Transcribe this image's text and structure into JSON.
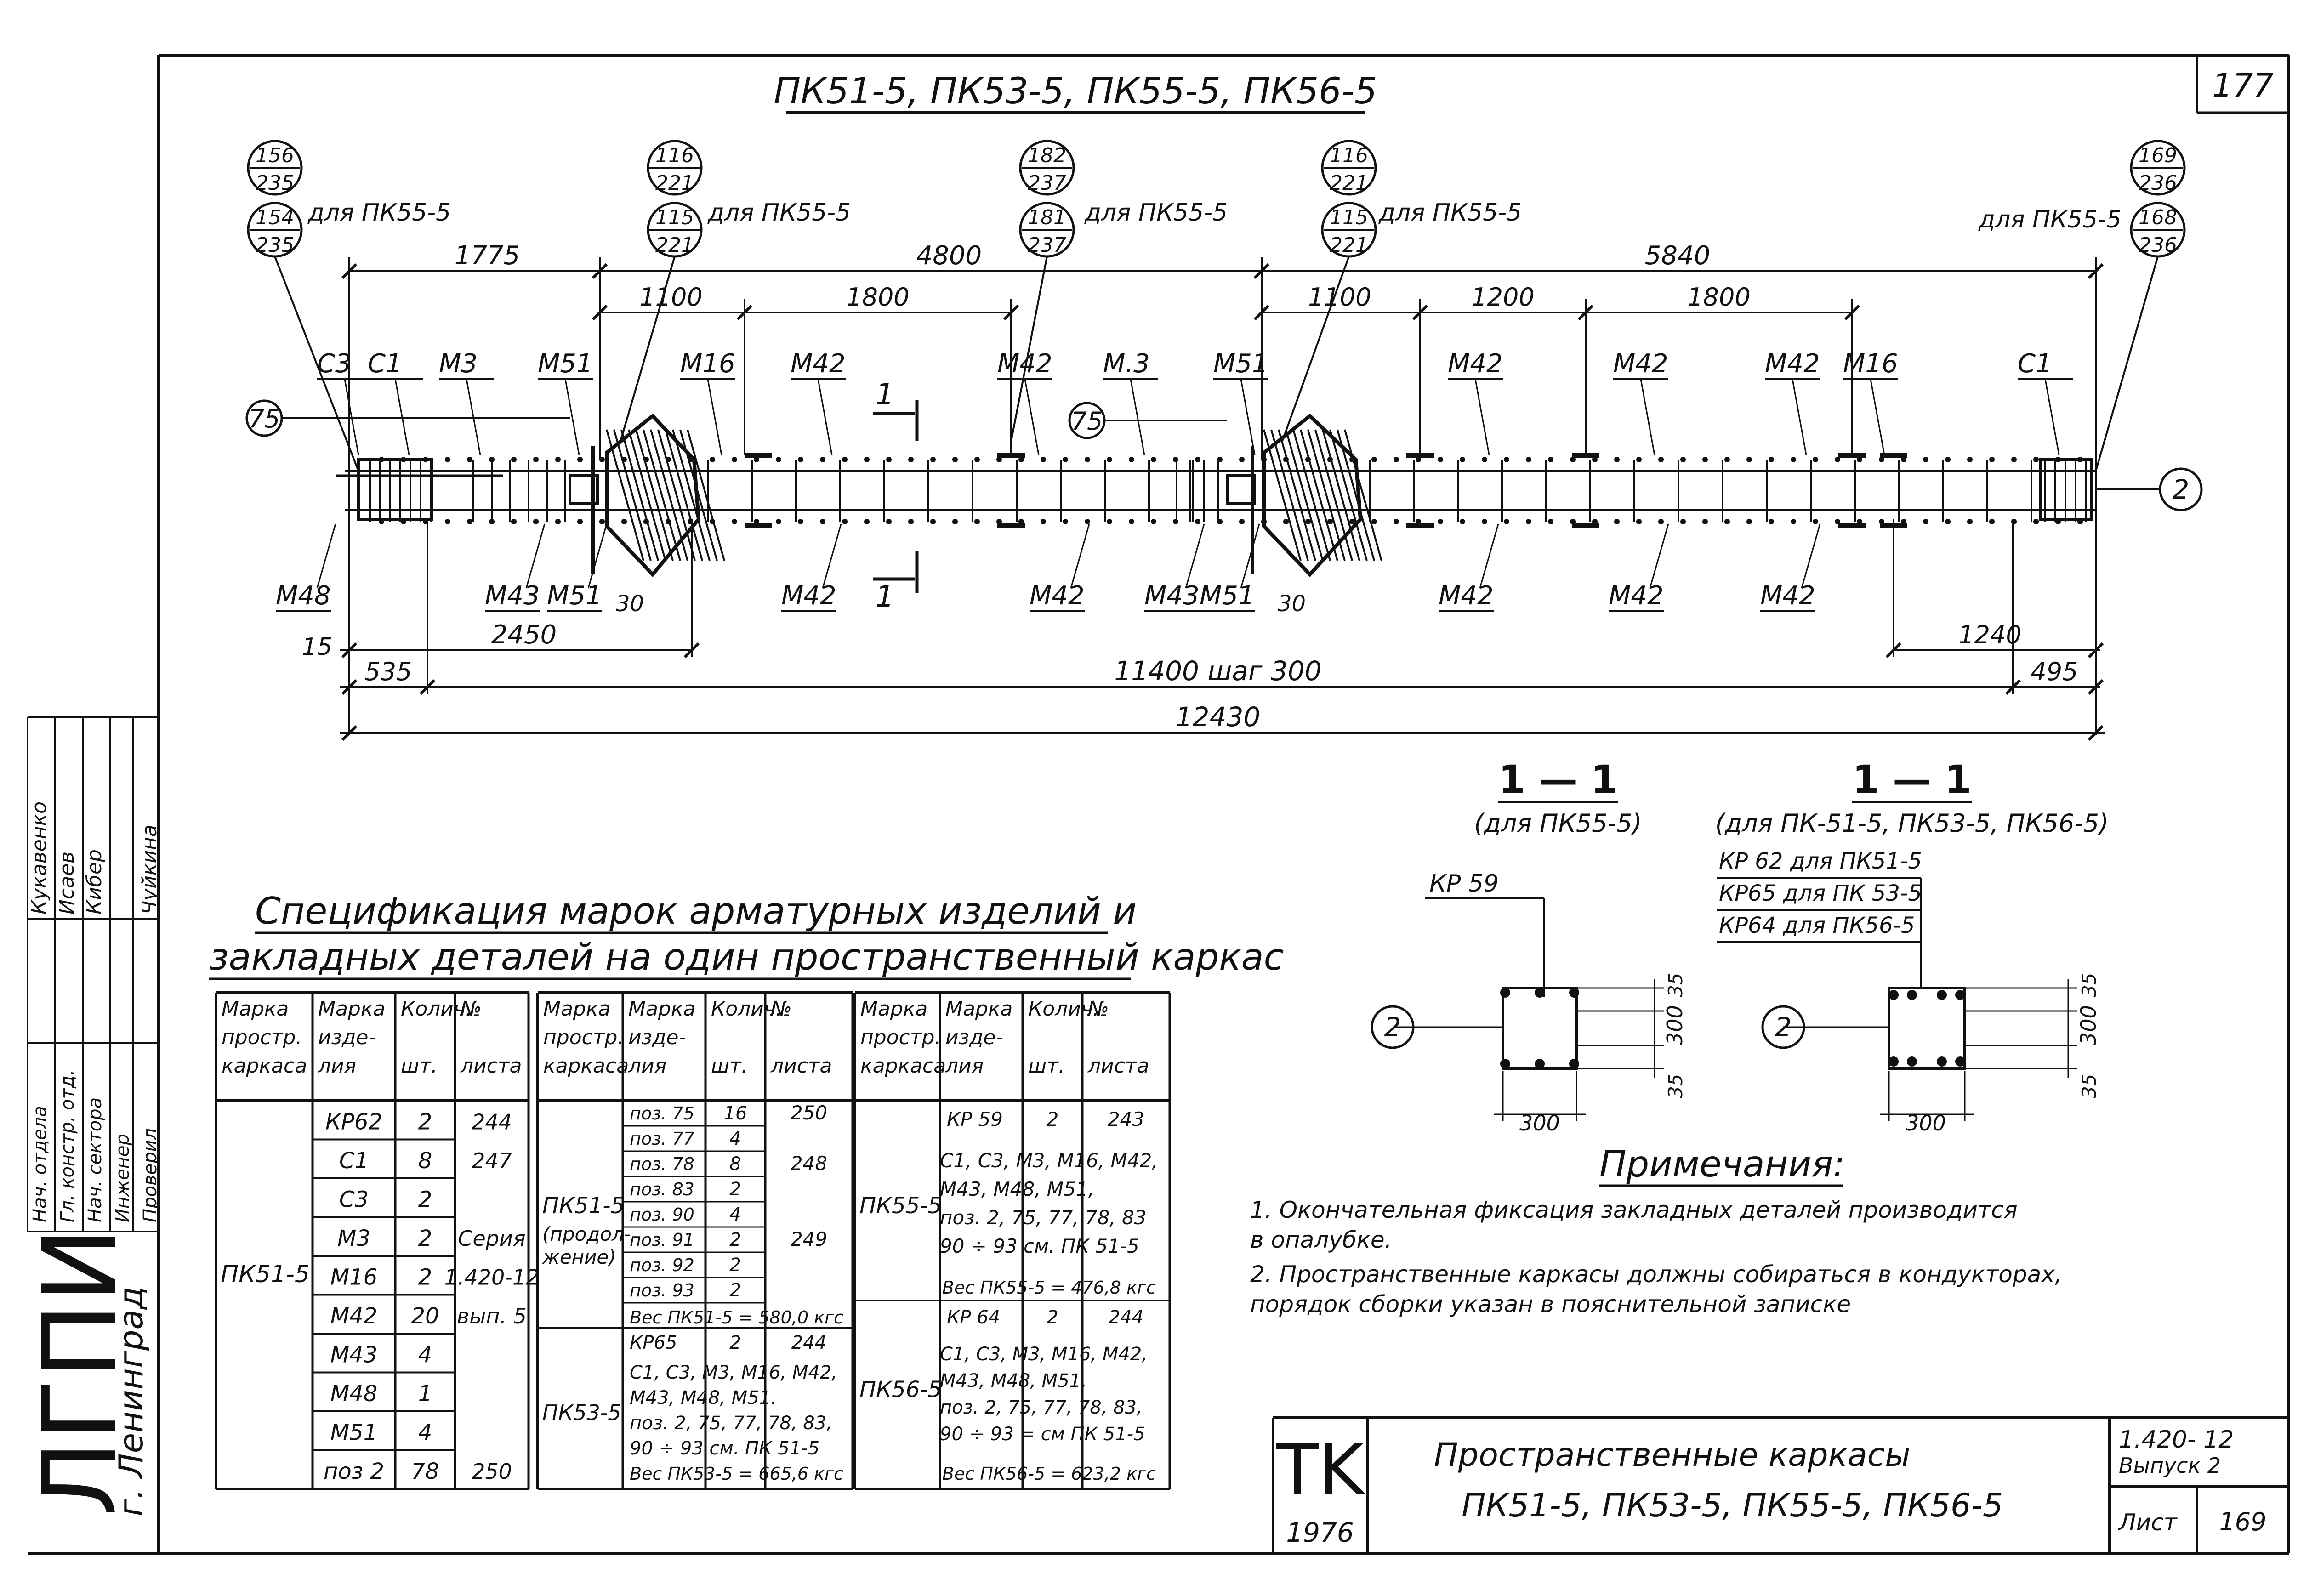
{
  "sheet": {
    "number": "177",
    "sheet_label": "Лист",
    "sheet_value": "169",
    "series": "1.420- 12",
    "issue": "Выпуск 2"
  },
  "title_block": {
    "logo": "TK",
    "year": "1976",
    "title": "Пространственные каркасы",
    "subtitle": "ПК51-5, ПК53-5, ПК55-5, ПК56-5"
  },
  "org": {
    "logo": "ЛГПИ",
    "city": "г. Ленинград"
  },
  "signatures": [
    {
      "role": "Нач. отдела",
      "name": "Кукавенко"
    },
    {
      "role": "Гл. констр. отд.",
      "name": "Исаев"
    },
    {
      "role": "Нач. сектора",
      "name": "Кибер"
    },
    {
      "role": "Инженер",
      "name": ""
    },
    {
      "role": "Проверил",
      "name": "Чуйкина"
    }
  ],
  "drawing": {
    "title": "ПК51-5, ПК53-5, ПК55-5, ПК56-5",
    "bubbles": [
      {
        "top": "156",
        "bottom": "235"
      },
      {
        "top": "154",
        "bottom": "235"
      },
      {
        "top": "116",
        "bottom": "221"
      },
      {
        "top": "115",
        "bottom": "221"
      },
      {
        "top": "182",
        "bottom": "237"
      },
      {
        "top": "181",
        "bottom": "237"
      },
      {
        "top": "116",
        "bottom": "221"
      },
      {
        "top": "115",
        "bottom": "221"
      },
      {
        "top": "169",
        "bottom": "236"
      },
      {
        "top": "168",
        "bottom": "236"
      }
    ],
    "for_pk55": "для ПК55-5",
    "dims_top": [
      "1775",
      "4800",
      "5840",
      "1100",
      "1800",
      "1100",
      "1200",
      "1800"
    ],
    "dims_bottom": [
      "15",
      "2450",
      "535",
      "11400  шаг 300",
      "1240",
      "495",
      "12430",
      "30",
      "30"
    ],
    "marks_top": [
      "С3",
      "С1",
      "М3",
      "М51",
      "М16",
      "М42",
      "М42",
      "М.3",
      "М51",
      "М42",
      "М42",
      "М42",
      "М16",
      "С1"
    ],
    "marks_bottom": [
      "М48",
      "М43",
      "М51",
      "М42",
      "М42",
      "М43",
      "М51",
      "М42",
      "М42",
      "М42"
    ],
    "circle_75": "75",
    "axis_2": "2",
    "cut": "1"
  },
  "sections": {
    "left": {
      "title": "1 — 1",
      "subtitle": "(для  ПК55-5)",
      "label": "КР 59",
      "dims": [
        "300",
        "35",
        "300",
        "35"
      ],
      "axis": "2"
    },
    "right": {
      "title": "1 — 1",
      "subtitle": "(для ПК-51-5, ПК53-5, ПК56-5)",
      "labels": [
        "КР 62 для ПК51-5",
        "КР65 для  ПК 53-5",
        "КР64 для ПК56-5"
      ],
      "dims": [
        "300",
        "35",
        "300",
        "35"
      ],
      "axis": "2"
    }
  },
  "notes": {
    "title": "Примечания:",
    "items": [
      "1. Окончательная фиксация закладных  деталей производится",
      "    в опалубке.",
      "2. Пространственные каркасы должны собираться в кондукторах,",
      "    порядок сборки указан в пояснительной  записке"
    ]
  },
  "spec": {
    "title1": "Спецификация марок арматурных изделий и",
    "title2": "закладных деталей на один пространственный каркас",
    "headers": [
      "Марка простр. каркаса",
      "Марка изде- лия",
      "Колич. шт.",
      "№ листа"
    ],
    "t1": {
      "frame": "ПК51-5",
      "rows": [
        [
          "КР62",
          "2",
          "244"
        ],
        [
          "С1",
          "8",
          "247"
        ],
        [
          "С3",
          "2",
          ""
        ],
        [
          "М3",
          "2",
          "Серия"
        ],
        [
          "М16",
          "2",
          "1.420-12"
        ],
        [
          "М42",
          "20",
          "вып. 5"
        ],
        [
          "М43",
          "4",
          ""
        ],
        [
          "М48",
          "1",
          ""
        ],
        [
          "М51",
          "4",
          ""
        ],
        [
          "поз 2",
          "78",
          "250"
        ]
      ]
    },
    "t2": {
      "frame": "ПК51-5 (продол- жение)",
      "rows": [
        [
          "поз. 75",
          "16",
          "250"
        ],
        [
          "поз. 77",
          "4",
          ""
        ],
        [
          "поз. 78",
          "8",
          "248"
        ],
        [
          "поз. 83",
          "2",
          ""
        ],
        [
          "поз. 90",
          "4",
          ""
        ],
        [
          "поз. 91",
          "2",
          "249"
        ],
        [
          "поз. 92",
          "2",
          ""
        ],
        [
          "поз. 93",
          "2",
          ""
        ]
      ],
      "total1": "Вес ПК51-5 = 580,0 кгс",
      "frame2": "ПК53-5",
      "row2": [
        "КР65",
        "2",
        "244"
      ],
      "text2": "С1, С3, М3, М16, М42, М43, М48, М51. поз. 2, 75, 77, 78, 83, 90 ÷ 93  см. ПК 51-5",
      "total2": "Вес ПК53-5 = 665,6 кгс"
    },
    "t3": {
      "frame1": "ПК55-5",
      "row1": [
        "КР 59",
        "2",
        "243"
      ],
      "text1": "С1, С3, М3, М16, М42, М43, М48, М51, поз. 2, 75, 77, 78, 83 90 ÷ 93 см. ПК 51-5",
      "total1": "Вес ПК55-5 = 476,8 кгс",
      "frame2": "ПК56-5",
      "row2": [
        "КР 64",
        "2",
        "244"
      ],
      "text2": "С1, С3, М3, М16, М42, М43, М48, М51, поз. 2, 75, 77, 78, 83, 90 ÷ 93 = см ПК 51-5",
      "total2": "Вес ПК56-5 = 623,2 кгс"
    }
  }
}
